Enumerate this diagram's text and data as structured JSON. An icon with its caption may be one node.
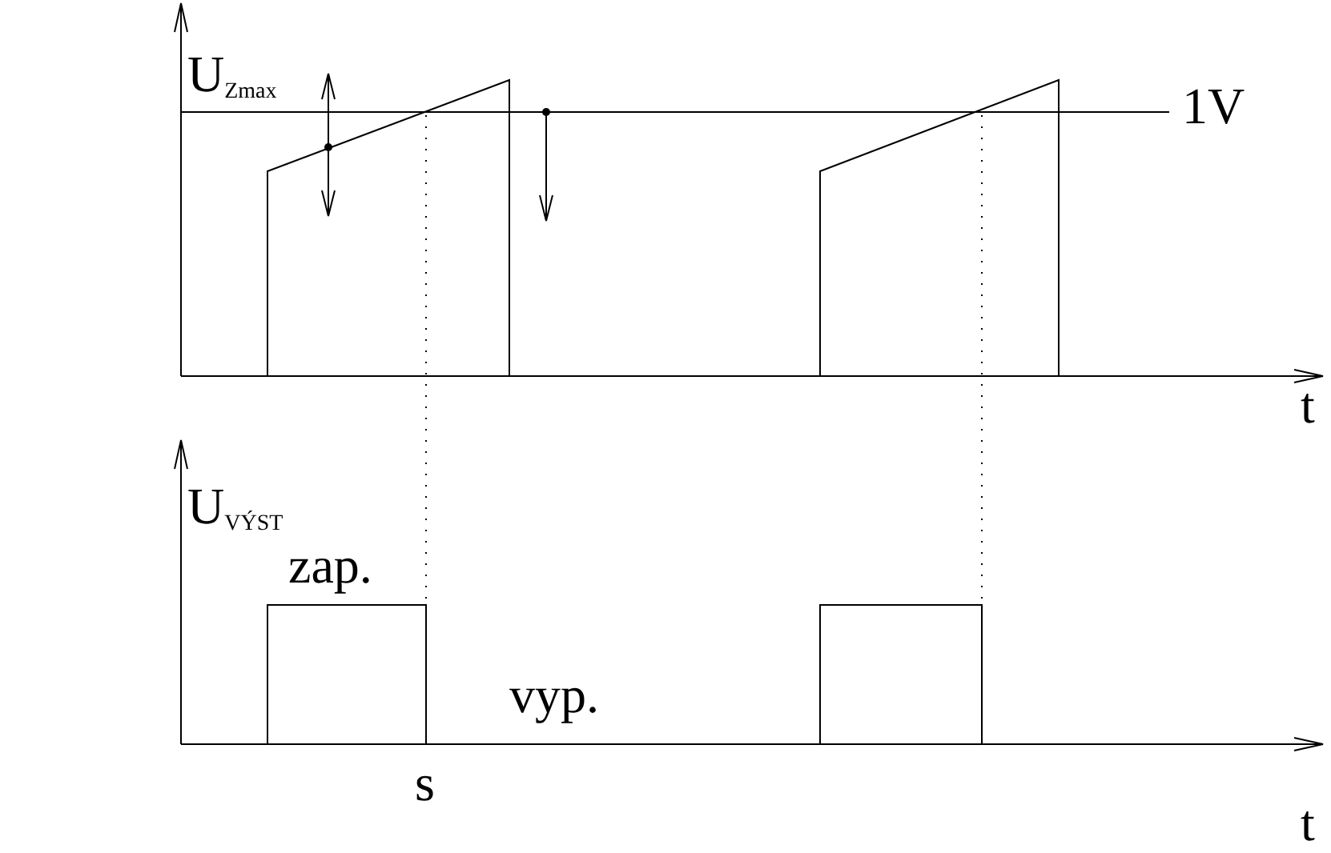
{
  "diagram": {
    "labels": [
      "U$_{Zmax}$",
      "1V",
      "t",
      "U$_{VÝST}$",
      "zap.",
      "vyp.",
      "s",
      "t"
    ]
  }
}
